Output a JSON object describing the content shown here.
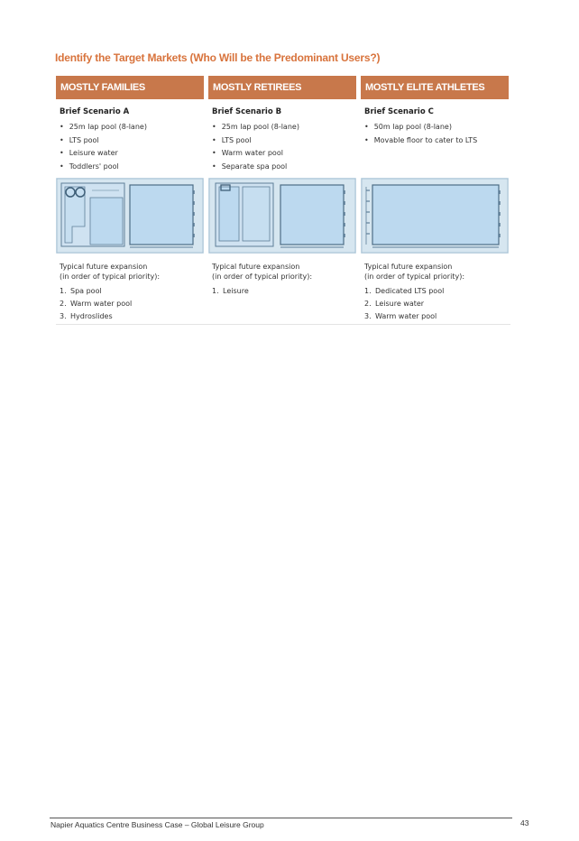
{
  "heading": "Identify the Target Markets (Who Will be the Predominant Users?)",
  "columns": [
    {
      "header": "MOSTLY FAMILIES",
      "scenario": "Brief Scenario A",
      "features": [
        "25m lap pool (8-lane)",
        "LTS pool",
        "Leisure water",
        "Toddlers' pool"
      ],
      "expansion_title_1": "Typical future expansion",
      "expansion_title_2": "(in order of typical priority):",
      "expansion": [
        {
          "num": "1.",
          "text": "Spa pool"
        },
        {
          "num": "2.",
          "text": "Warm water pool"
        },
        {
          "num": "3.",
          "text": "Hydroslides"
        }
      ]
    },
    {
      "header": "MOSTLY RETIREES",
      "scenario": "Brief Scenario B",
      "features": [
        "25m lap pool (8-lane)",
        "LTS pool",
        "Warm water pool",
        "Separate spa pool"
      ],
      "expansion_title_1": "Typical future expansion",
      "expansion_title_2": "(in order of typical priority):",
      "expansion": [
        {
          "num": "1.",
          "text": "Leisure"
        }
      ]
    },
    {
      "header": "MOSTLY ELITE ATHLETES",
      "scenario": "Brief Scenario C",
      "features": [
        "50m lap pool (8-lane)",
        "Movable floor to cater to LTS"
      ],
      "expansion_title_1": "Typical future expansion",
      "expansion_title_2": "(in order of typical priority):",
      "expansion": [
        {
          "num": "1.",
          "text": "Dedicated LTS pool"
        },
        {
          "num": "2.",
          "text": "Leisure water"
        },
        {
          "num": "3.",
          "text": "Warm water pool"
        }
      ]
    }
  ],
  "footer": {
    "text": "Napier Aquatics Centre Business Case – Global Leisure Group",
    "page_number": "43"
  },
  "colors": {
    "heading": "#d8733c",
    "header_band": "#c8784b",
    "plan_bg": "#d6e6f0",
    "pool_fill": "#bcd9ef"
  }
}
